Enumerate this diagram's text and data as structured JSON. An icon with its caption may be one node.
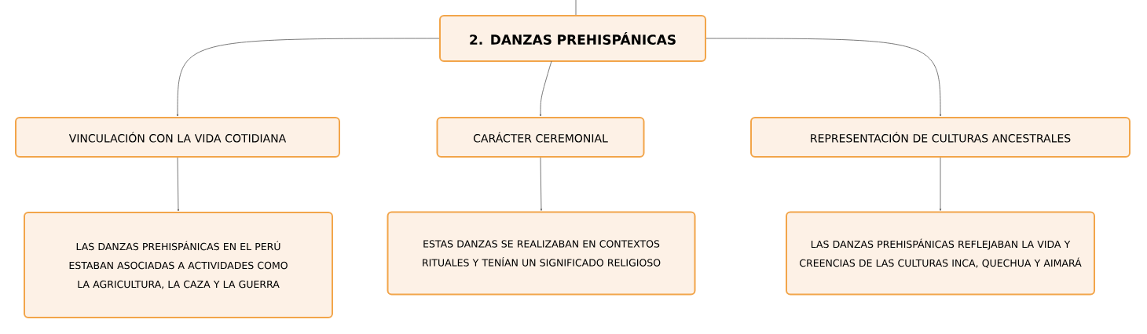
{
  "diagram": {
    "nodes": [
      {
        "text": [
          "2. DANZAS PREHISPÁNICAS"
        ]
      },
      {
        "text": [
          "VINCULACIÓN CON LA VIDA COTIDIANA"
        ]
      },
      {
        "text": [
          "CARÁCTER CEREMONIAL"
        ]
      },
      {
        "text": [
          "REPRESENTACIÓN DE CULTURAS ANCESTRALES"
        ]
      },
      {
        "text": [
          "LAS DANZAS PREHISPÁNICAS EN EL PERÚ ESTABAN ASOCIADAS A ACTIVIDADES COMO LA AGRICULTURA, LA CAZA Y LA GUERRA"
        ]
      },
      {
        "text": [
          "ESTAS DANZAS SE REALIZABAN EN CONTEXTOS RITUALES Y TENÍAN UN SIGNIFICADO RELIGIOSO"
        ]
      },
      {
        "text": [
          "LAS DANZAS PREHISPÁNICAS REFLEJABAN LA VIDA Y CREENCIAS DE LAS CULTURAS INCA, QUECHUA Y AIMARÁ"
        ]
      }
    ],
    "edges": [
      {
        "from": null,
        "to": 0,
        "arrow": "none"
      },
      {
        "from": 0,
        "to": 1,
        "arrow": "to"
      },
      {
        "from": 0,
        "to": 2,
        "arrow": "to"
      },
      {
        "from": 0,
        "to": 3,
        "arrow": "to"
      },
      {
        "from": 1,
        "to": 4,
        "arrow": "to"
      },
      {
        "from": 2,
        "to": 5,
        "arrow": "to"
      },
      {
        "from": 3,
        "to": 6,
        "arrow": "to"
      }
    ]
  }
}
